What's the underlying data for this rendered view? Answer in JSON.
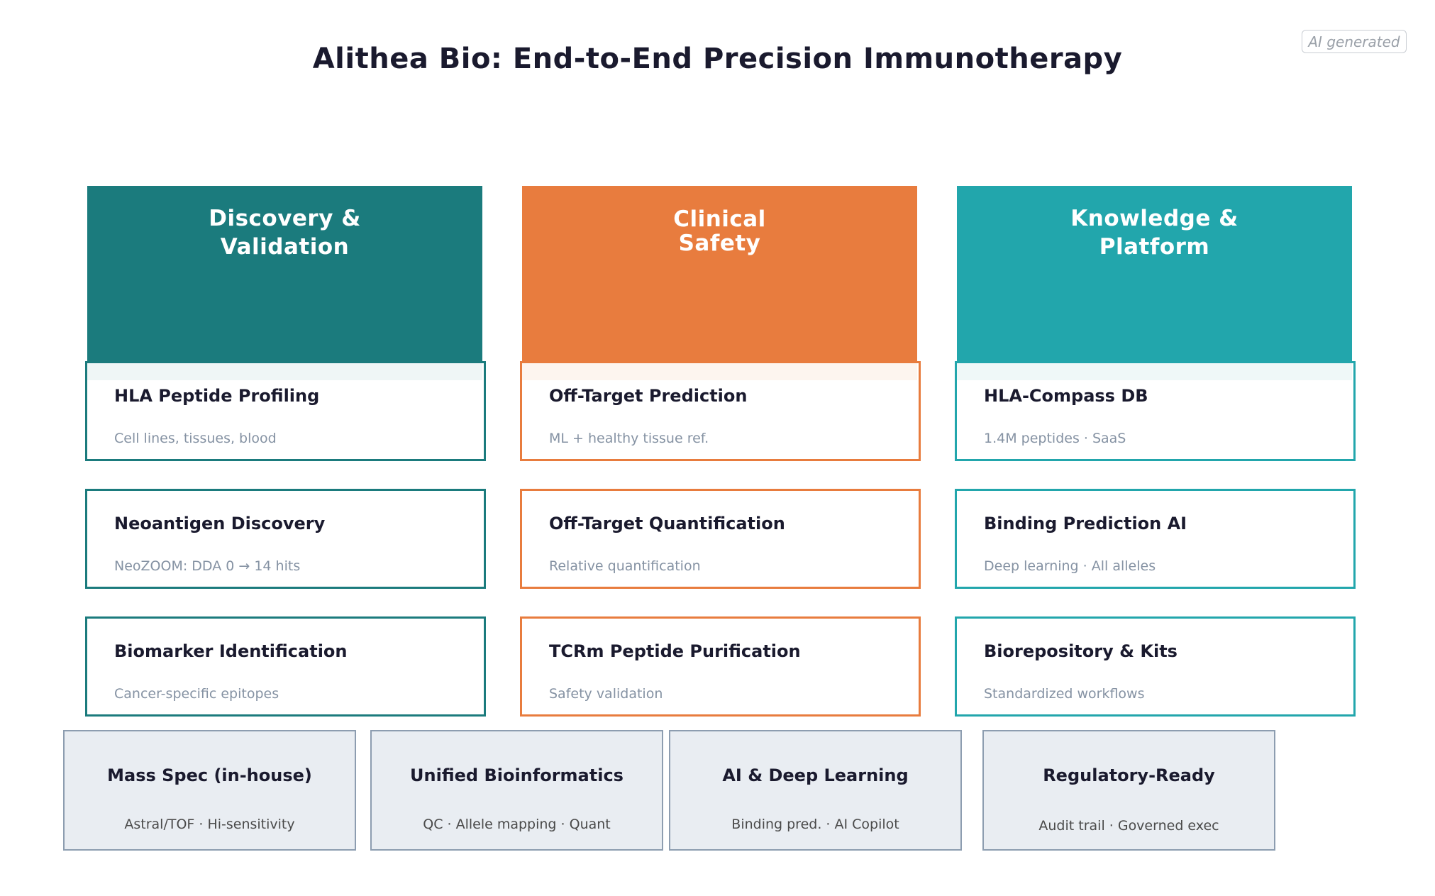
{
  "badge": "AI generated",
  "title": "Alithea Bio: End-to-End Precision Immunotherapy",
  "colors": {
    "discovery": "#1b7b7d",
    "clinical": "#e87c3e",
    "knowledge": "#22a6ac",
    "foundation_bg": "#e9edf2",
    "foundation_border": "#8d9db0"
  },
  "columns": [
    {
      "title": "Discovery &\nValidation",
      "cards": [
        {
          "title": "HLA Peptide Profiling",
          "subtitle": "Cell lines, tissues, blood"
        },
        {
          "title": "Neoantigen Discovery",
          "subtitle": "NeoZOOM: DDA 0 → 14 hits"
        },
        {
          "title": "Biomarker Identification",
          "subtitle": "Cancer-specific epitopes"
        }
      ]
    },
    {
      "title": "Clinical\nSafety",
      "cards": [
        {
          "title": "Off-Target Prediction",
          "subtitle": "ML + healthy tissue ref."
        },
        {
          "title": "Off-Target Quantification",
          "subtitle": "Relative quantification"
        },
        {
          "title": "TCRm Peptide Purification",
          "subtitle": "Safety validation"
        }
      ]
    },
    {
      "title": "Knowledge &\nPlatform",
      "cards": [
        {
          "title": "HLA-Compass DB",
          "subtitle": "1.4M peptides · SaaS"
        },
        {
          "title": "Binding Prediction AI",
          "subtitle": "Deep learning · All alleles"
        },
        {
          "title": "Biorepository & Kits",
          "subtitle": "Standardized workflows"
        }
      ]
    }
  ],
  "foundation": [
    {
      "title": "Mass Spec (in-house)",
      "subtitle": "Astral/TOF · Hi-sensitivity"
    },
    {
      "title": "Unified Bioinformatics",
      "subtitle": "QC · Allele mapping · Quant"
    },
    {
      "title": "AI & Deep Learning",
      "subtitle": "Binding pred. · AI Copilot"
    },
    {
      "title": "Regulatory-Ready",
      "subtitle": "Audit trail · Governed exec"
    }
  ]
}
